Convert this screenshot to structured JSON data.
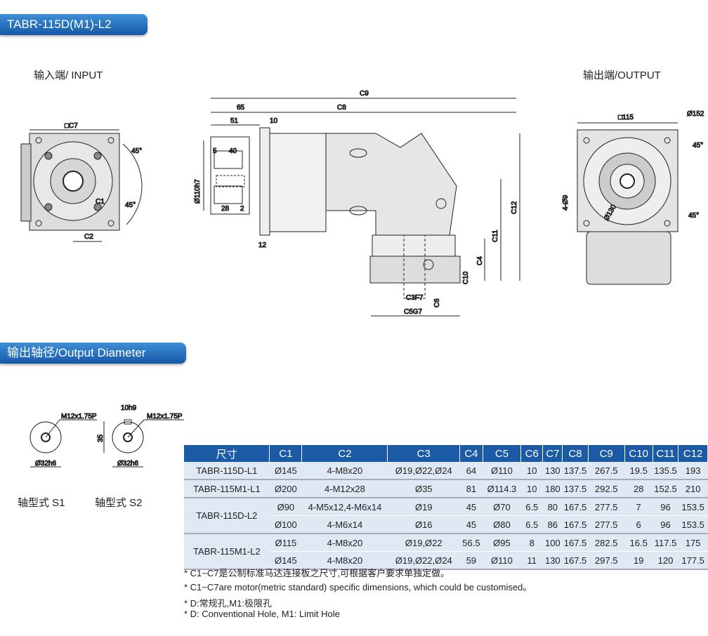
{
  "header": {
    "model_title": "TABR-115D(M1)-L2",
    "section2_title": "输出轴径/Output Diameter"
  },
  "views": {
    "input_label": "输入端/ INPUT",
    "output_label": "输出端/OUTPUT",
    "input_dims": {
      "c7": "□C7",
      "angle1": "45°",
      "angle2": "45°",
      "c1": "C1",
      "c2": "C2"
    },
    "side_dims": {
      "c9": "C9",
      "d65": "65",
      "c8": "C8",
      "d51": "51",
      "d10": "10",
      "d5": "5",
      "d40": "40",
      "d110": "Ø110h7",
      "d28": "28",
      "d2": "2",
      "d12": "12",
      "c12": "C12",
      "c11": "C11",
      "c4": "C4",
      "c10": "C10",
      "c3": "C3F7",
      "c6": "C6",
      "c5": "C5G7"
    },
    "output_dims": {
      "sq": "□115",
      "d152": "Ø152",
      "angle1": "45°",
      "angle2": "45°",
      "holes": "4-Ø9",
      "d130": "Ø130"
    }
  },
  "shafts": [
    {
      "type_label": "轴型式 S1",
      "thread": "M12x1.75P",
      "diameter": "Ø32h6"
    },
    {
      "type_label": "轴型式 S2",
      "thread": "M12x1.75P",
      "diameter": "Ø32h6",
      "key": "10h9",
      "height": "35"
    }
  ],
  "table": {
    "headers": [
      "尺寸",
      "C1",
      "C2",
      "C3",
      "C4",
      "C5",
      "C6",
      "C7",
      "C8",
      "C9",
      "C10",
      "C11",
      "C12"
    ],
    "rows": [
      {
        "model": "TABR-115D-L1",
        "cells": [
          "Ø145",
          "4-M8x20",
          "Ø19,Ø22,Ø24",
          "64",
          "Ø110",
          "10",
          "130",
          "137.5",
          "267.5",
          "19.5",
          "135.5",
          "193"
        ]
      },
      {
        "model": "TABR-115M1-L1",
        "cells": [
          "Ø200",
          "4-M12x28",
          "Ø35",
          "81",
          "Ø114.3",
          "10",
          "180",
          "137.5",
          "292.5",
          "28",
          "152.5",
          "210"
        ]
      },
      {
        "model": "TABR-115D-L2",
        "cells": [
          "Ø90",
          "4-M5x12,4-M6x14",
          "Ø19",
          "45",
          "Ø70",
          "6.5",
          "80",
          "167.5",
          "277.5",
          "7",
          "96",
          "153.5"
        ]
      },
      {
        "model": "",
        "cells": [
          "Ø100",
          "4-M6x14",
          "Ø16",
          "45",
          "Ø80",
          "6.5",
          "86",
          "167.5",
          "277.5",
          "6",
          "96",
          "153.5"
        ]
      },
      {
        "model": "TABR-115M1-L2",
        "cells": [
          "Ø115",
          "4-M8x20",
          "Ø19,Ø22",
          "56.5",
          "Ø95",
          "8",
          "100",
          "167.5",
          "282.5",
          "16.5",
          "117.5",
          "175"
        ]
      },
      {
        "model": "",
        "cells": [
          "Ø145",
          "4-M8x20",
          "Ø19,Ø22,Ø24",
          "59",
          "Ø110",
          "11",
          "130",
          "167.5",
          "297.5",
          "19",
          "120",
          "177.5"
        ]
      }
    ]
  },
  "notes": [
    "* C1~C7是公制标准马达连接板之尺寸,可根据客户要求单独定做。",
    "* C1~C7are motor(metric standard)  specific dimensions, which could be customised。",
    "* D:常规孔,M1:极限孔",
    "* D: Conventional Hole, M1: Limit Hole"
  ]
}
